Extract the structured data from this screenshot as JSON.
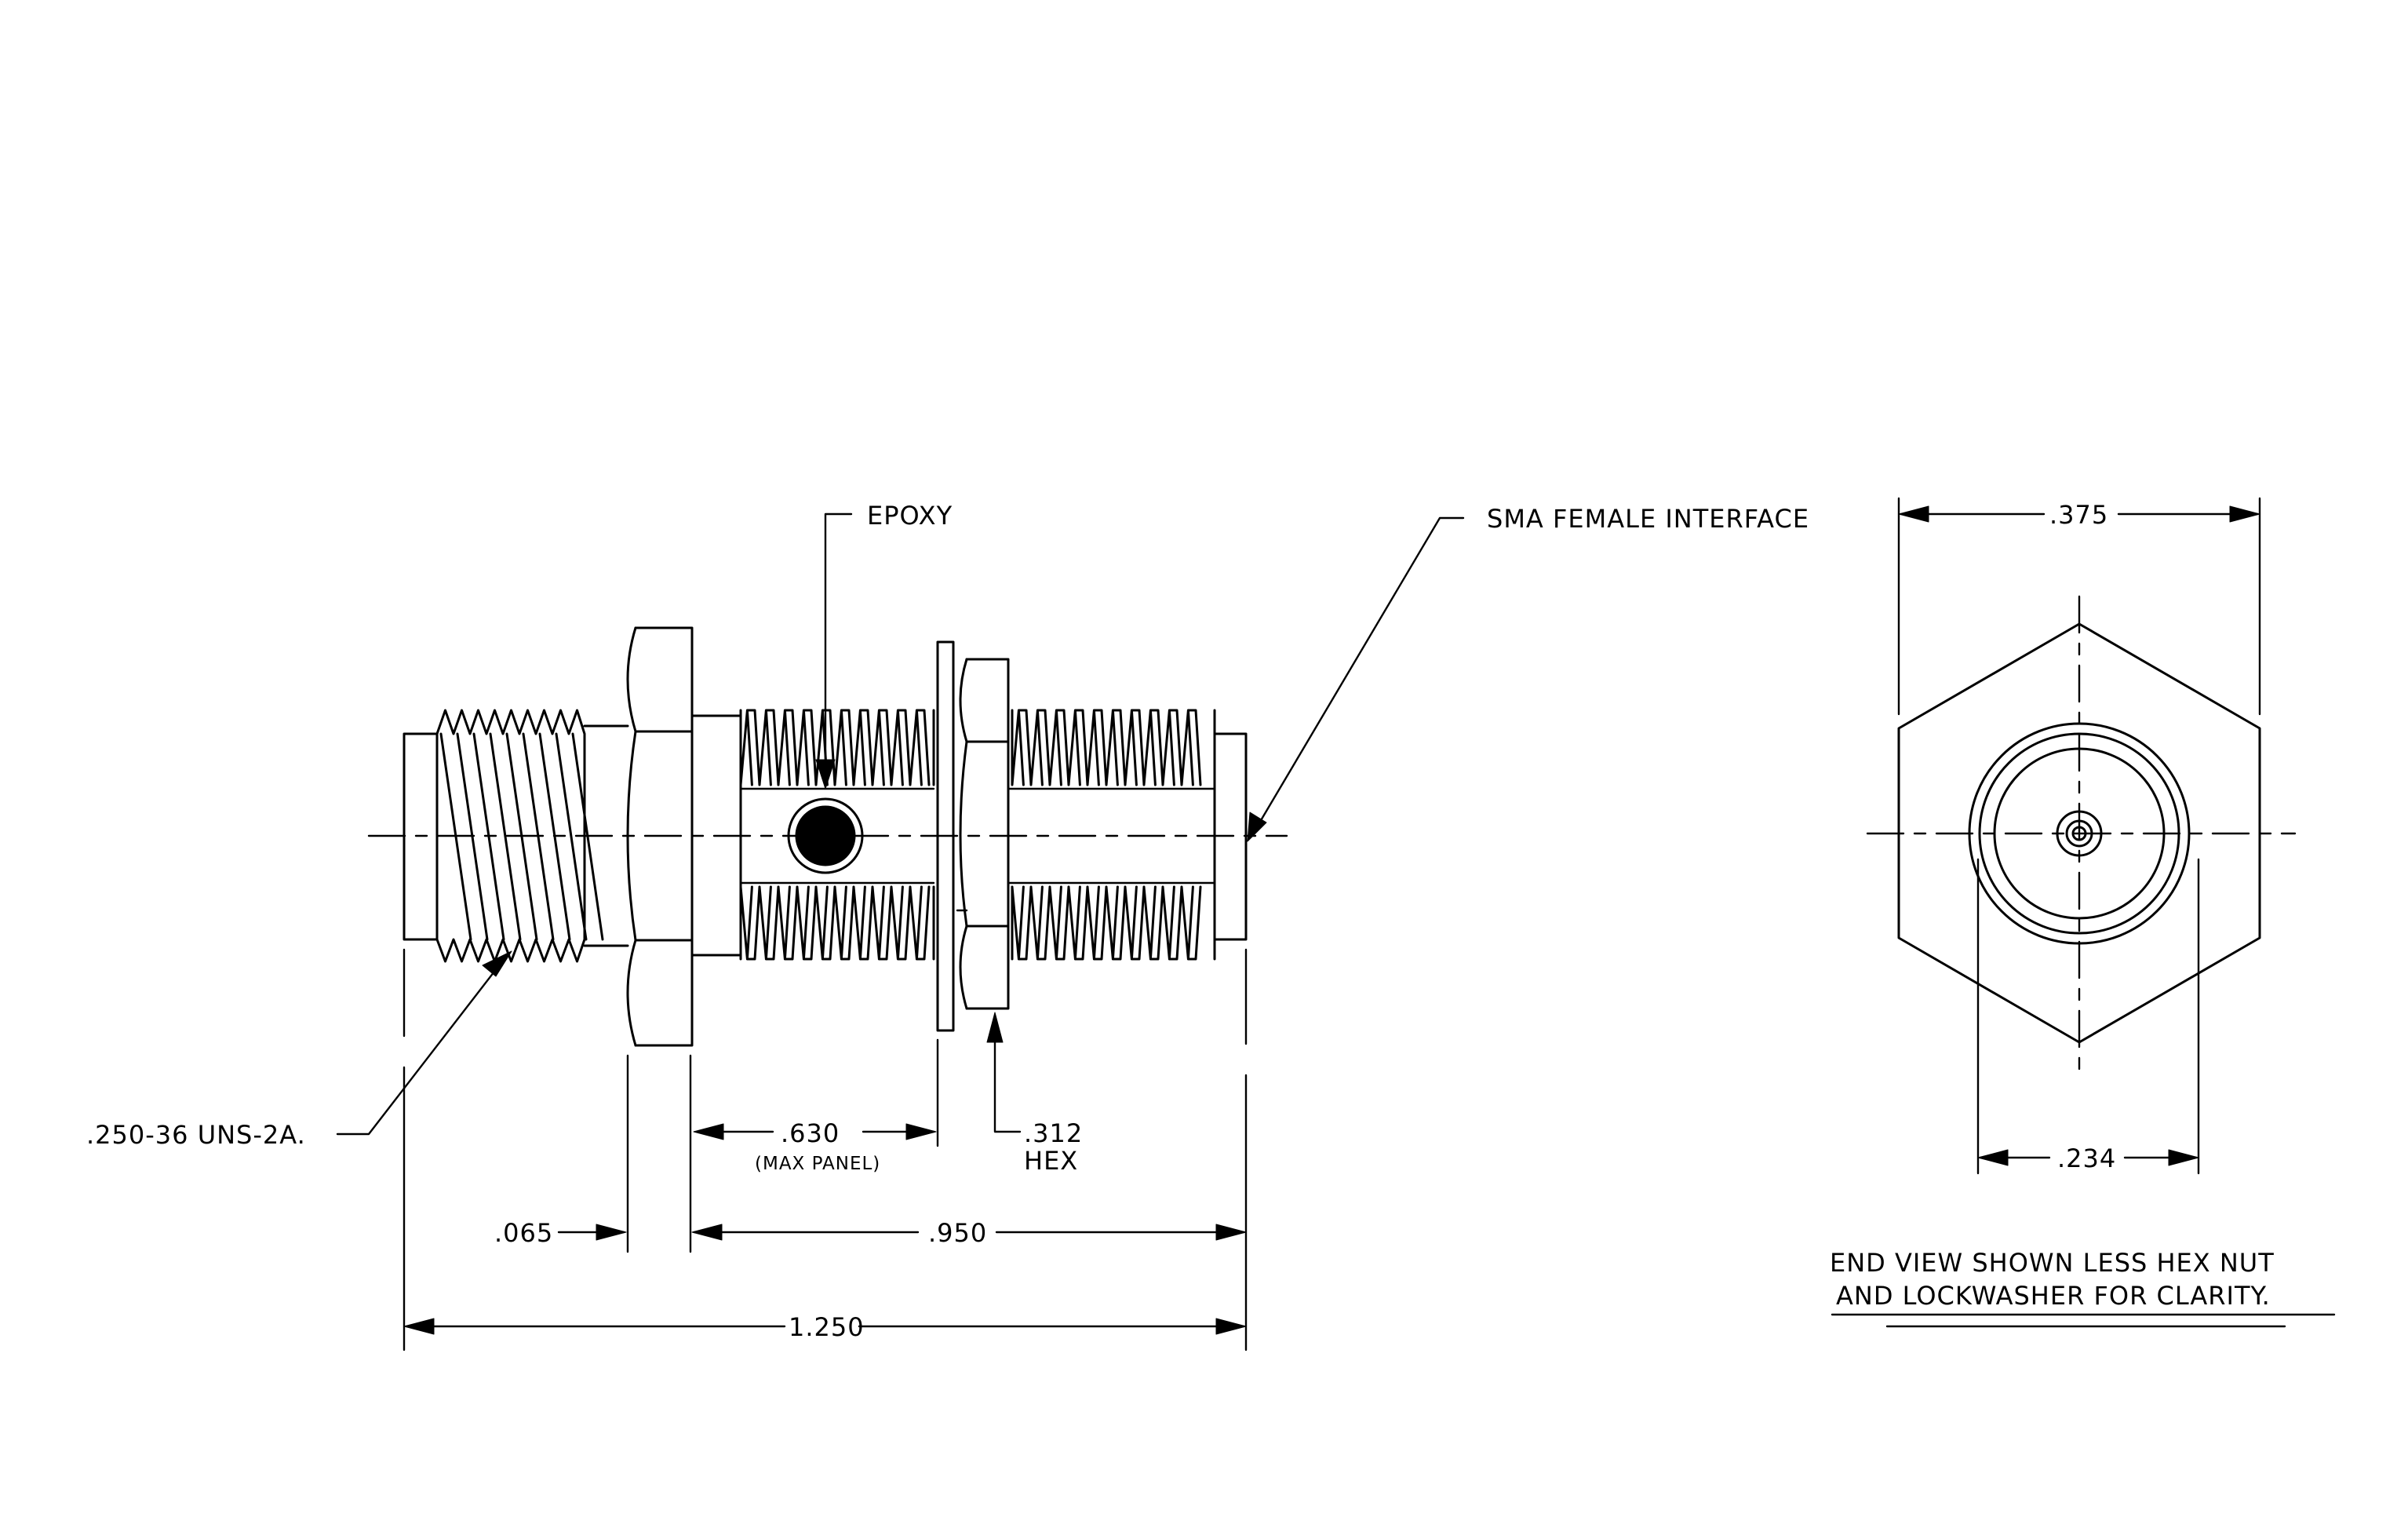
{
  "callouts": {
    "epoxy": "EPOXY",
    "sma_interface": "SMA FEMALE INTERFACE",
    "thread_spec": ".250-36 UNS-2A."
  },
  "dimensions": {
    "panel": ".630",
    "panel_note": "(MAX PANEL)",
    "hex_size": ".312",
    "hex_word": "HEX",
    "flange": ".065",
    "body": ".950",
    "overall": "1.250",
    "end_view_width": ".375",
    "end_view_inner": ".234"
  },
  "notes": {
    "line1": "END VIEW SHOWN LESS HEX NUT",
    "line2": "AND LOCKWASHER FOR CLARITY."
  }
}
